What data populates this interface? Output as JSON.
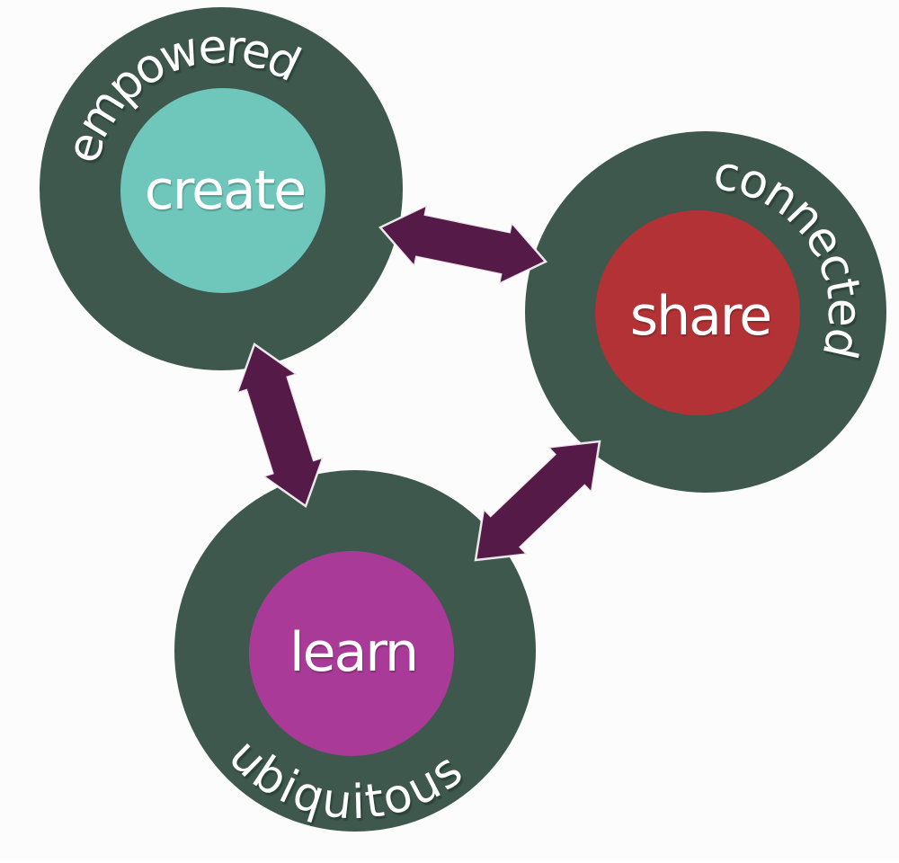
{
  "page": {
    "background": "#fcfcfc"
  },
  "palette": {
    "ring": "#3e584e",
    "arrow": "#551a47",
    "label_text": "#ffffff"
  },
  "diagram": {
    "nodes": [
      {
        "id": "create",
        "label": "create",
        "ring_label": "empowered",
        "core_color": "#6fc6bb"
      },
      {
        "id": "share",
        "label": "share",
        "ring_label": "connected",
        "core_color": "#b23236"
      },
      {
        "id": "learn",
        "label": "learn",
        "ring_label": "ubiquitous",
        "core_color": "#aa3a97"
      }
    ],
    "connections": [
      {
        "from": "create",
        "to": "share",
        "style": "double-headed-arrow"
      },
      {
        "from": "create",
        "to": "learn",
        "style": "double-headed-arrow"
      },
      {
        "from": "learn",
        "to": "share",
        "style": "double-headed-arrow"
      }
    ]
  }
}
